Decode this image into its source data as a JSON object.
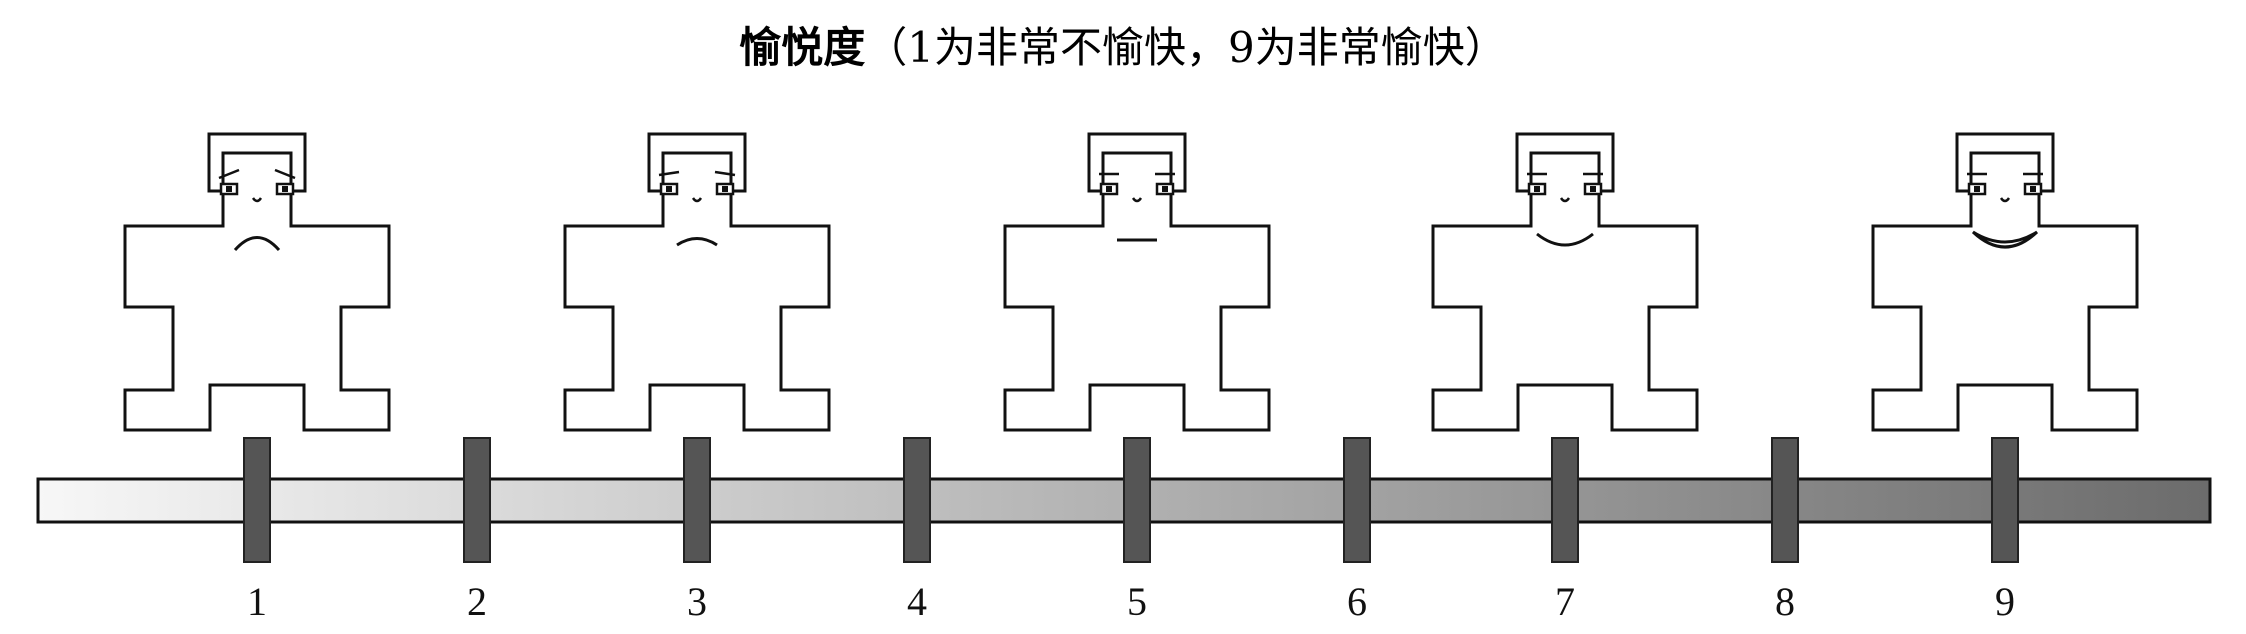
{
  "title": {
    "bold_part": "愉悦度",
    "rest": "（1为非常不愉快，9为非常愉快）"
  },
  "scale": {
    "ticks": [
      "1",
      "2",
      "3",
      "4",
      "5",
      "6",
      "7",
      "8",
      "9"
    ],
    "gradient_start": "#f7f7f7",
    "gradient_end": "#6c6c6c",
    "marker_color": "#555555"
  },
  "figures": [
    {
      "mood": "very-unhappy"
    },
    {
      "mood": "unhappy"
    },
    {
      "mood": "neutral"
    },
    {
      "mood": "happy"
    },
    {
      "mood": "very-happy"
    }
  ]
}
